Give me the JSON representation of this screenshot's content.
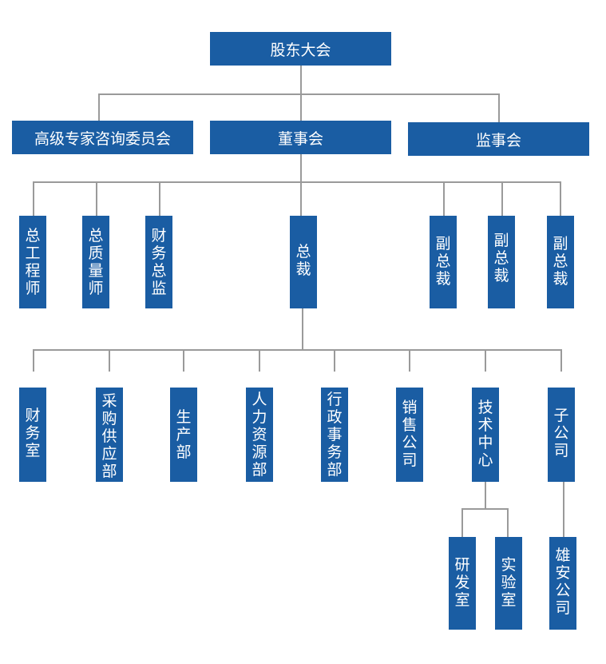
{
  "title_shareholders": "股东大会",
  "level2": {
    "experts": "高级专家咨询委员会",
    "board": "董事会",
    "supervisors": "监事会"
  },
  "level3": {
    "chief_engineer": "总工程师",
    "chief_quality": "总质量师",
    "cfo": "财务总监",
    "president": "总裁",
    "vp1": "副总裁",
    "vp2": "副总裁",
    "vp3": "副总裁"
  },
  "departments": {
    "finance": "财务室",
    "purchasing": "采购供应部",
    "production": "生产部",
    "hr": "人力资源部",
    "admin": "行政事务部",
    "sales": "销售公司",
    "tech": "技术中心",
    "subsidiary": "子公司"
  },
  "level5": {
    "rnd": "研发室",
    "lab": "实验室",
    "xiongan": "雄安公司"
  },
  "colors": {
    "box": "#1a5da3",
    "line": "#9a9a9a",
    "text": "#ffffff"
  }
}
